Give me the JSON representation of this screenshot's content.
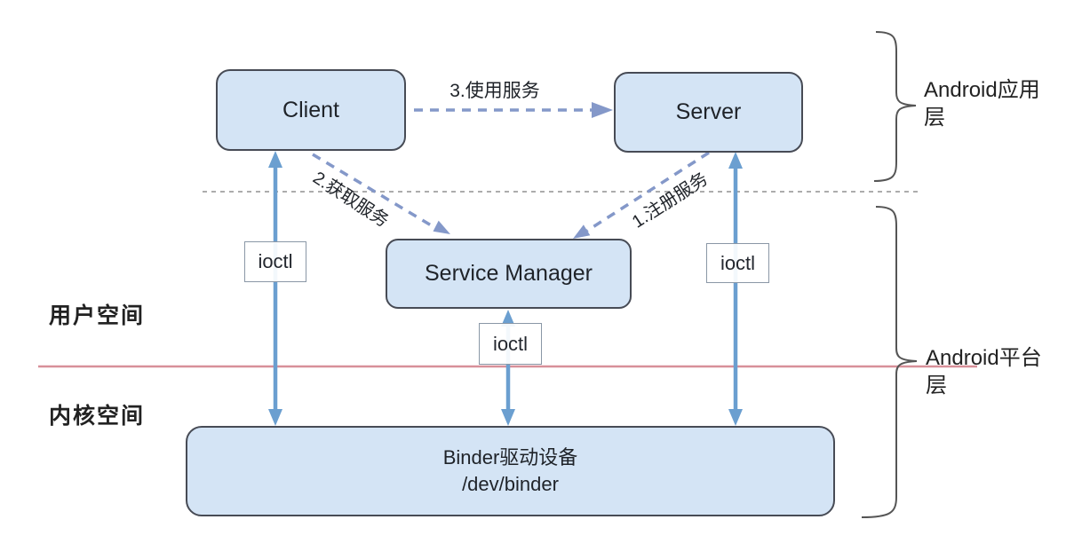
{
  "diagram": {
    "nodes": {
      "client": {
        "label": "Client"
      },
      "server": {
        "label": "Server"
      },
      "service_manager": {
        "label": "Service Manager"
      },
      "binder_driver": {
        "title": "Binder驱动设备",
        "subtitle": "/dev/binder"
      }
    },
    "edges": {
      "use_service": {
        "label": "3.使用服务",
        "from": "Client",
        "to": "Server",
        "style": "dashed"
      },
      "get_service": {
        "label": "2.获取服务",
        "from": "Client",
        "to": "Service Manager",
        "style": "dashed"
      },
      "register_service": {
        "label": "1.注册服务",
        "from": "Server",
        "to": "Service Manager",
        "style": "dashed"
      },
      "ioctl_left": {
        "label": "ioctl",
        "from": "Client",
        "to": "Binder驱动设备",
        "style": "solid-double"
      },
      "ioctl_middle": {
        "label": "ioctl",
        "from": "Service Manager",
        "to": "Binder驱动设备",
        "style": "solid-double"
      },
      "ioctl_right": {
        "label": "ioctl",
        "from": "Server",
        "to": "Binder驱动设备",
        "style": "solid-double"
      }
    },
    "regions": {
      "user_space": {
        "label": "用户空间"
      },
      "kernel_space": {
        "label": "内核空间"
      },
      "app_layer": {
        "label": "Android应用层"
      },
      "platform_layer": {
        "label": "Android平台层"
      }
    },
    "colors": {
      "node_fill": "#d4e4f5",
      "node_border": "#474b55",
      "solid_arrow": "#6b9fd0",
      "dashed_arrow": "#8498c9",
      "separator_dashed": "#a0a0a0",
      "separator_pink": "#d89099",
      "text": "#2b2b2b"
    }
  }
}
